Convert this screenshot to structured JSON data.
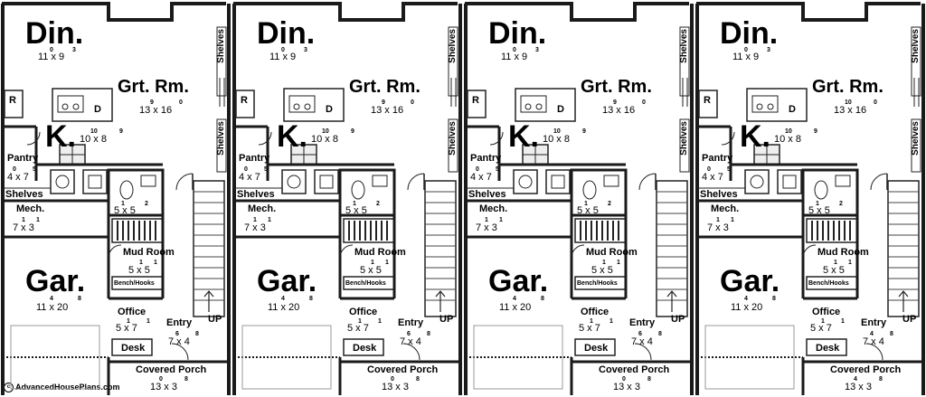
{
  "units": [
    {
      "din": "Din.",
      "din_dim": "11 x 9",
      "din_sup": [
        "0",
        "3"
      ],
      "grt": "Grt. Rm.",
      "grt_dim": "13 x 16",
      "grt_sup": [
        "9",
        "0"
      ],
      "k": "K.",
      "k_dim": "10 x 8",
      "k_sup": [
        "10",
        "9"
      ],
      "pantry": "Pantry",
      "pantry_dim": "4 x 7",
      "pantry_sup": [
        "0",
        "5"
      ],
      "shelves_a": "Shelves",
      "shelves_b": "Shelves",
      "shelves_c": "Shelves",
      "fridge": "R",
      "dw": "D",
      "mech": "Mech.",
      "mech_dim": "7 x 3",
      "mech_sup": [
        "1",
        "1"
      ],
      "bath_dim": "5 x 5",
      "bath_sup": [
        "1",
        "2"
      ],
      "mud": "Mud Room",
      "mud_dim": "5 x 5",
      "mud_sup": [
        "1",
        "1"
      ],
      "bench": "Bench/Hooks",
      "gar": "Gar.",
      "gar_dim": "11 x 20",
      "gar_sup": [
        "4",
        "8"
      ],
      "office": "Office",
      "office_dim": "5 x 7",
      "office_sup": [
        "1",
        "1"
      ],
      "desk": "Desk",
      "entry": "Entry",
      "entry_dim": "7 x 4",
      "entry_sup": [
        "6",
        "8"
      ],
      "up": "UP",
      "porch": "Covered Porch",
      "porch_dim": "13 x 3",
      "porch_sup": [
        "0",
        "8"
      ]
    },
    {
      "din": "Din.",
      "din_dim": "11 x 9",
      "din_sup": [
        "0",
        "3"
      ],
      "grt": "Grt. Rm.",
      "grt_dim": "13 x 16",
      "grt_sup": [
        "9",
        "0"
      ],
      "k": "K.",
      "k_dim": "10 x 8",
      "k_sup": [
        "10",
        "9"
      ],
      "pantry": "Pantry",
      "pantry_dim": "4 x 7",
      "pantry_sup": [
        "0",
        "5"
      ],
      "shelves_a": "Shelves",
      "shelves_b": "Shelves",
      "shelves_c": "Shelves",
      "fridge": "R",
      "dw": "D",
      "mech": "Mech.",
      "mech_dim": "7 x 3",
      "mech_sup": [
        "1",
        "1"
      ],
      "bath_dim": "5 x 5",
      "bath_sup": [
        "1",
        "2"
      ],
      "mud": "Mud Room",
      "mud_dim": "5 x 5",
      "mud_sup": [
        "1",
        "1"
      ],
      "bench": "Bench/Hooks",
      "gar": "Gar.",
      "gar_dim": "11 x 20",
      "gar_sup": [
        "4",
        "8"
      ],
      "office": "Office",
      "office_dim": "5 x 7",
      "office_sup": [
        "1",
        "1"
      ],
      "desk": "Desk",
      "entry": "Entry",
      "entry_dim": "7 x 4",
      "entry_sup": [
        "6",
        "8"
      ],
      "up": "UP",
      "porch": "Covered Porch",
      "porch_dim": "13 x 3",
      "porch_sup": [
        "0",
        "8"
      ]
    },
    {
      "din": "Din.",
      "din_dim": "11 x 9",
      "din_sup": [
        "0",
        "3"
      ],
      "grt": "Grt. Rm.",
      "grt_dim": "13 x 16",
      "grt_sup": [
        "9",
        "0"
      ],
      "k": "K.",
      "k_dim": "10 x 8",
      "k_sup": [
        "10",
        "9"
      ],
      "pantry": "Pantry",
      "pantry_dim": "4 x 7",
      "pantry_sup": [
        "0",
        "5"
      ],
      "shelves_a": "Shelves",
      "shelves_b": "Shelves",
      "shelves_c": "Shelves",
      "fridge": "R",
      "dw": "D",
      "mech": "Mech.",
      "mech_dim": "7 x 3",
      "mech_sup": [
        "1",
        "1"
      ],
      "bath_dim": "5 x 5",
      "bath_sup": [
        "1",
        "2"
      ],
      "mud": "Mud Room",
      "mud_dim": "5 x 5",
      "mud_sup": [
        "1",
        "1"
      ],
      "bench": "Bench/Hooks",
      "gar": "Gar.",
      "gar_dim": "11 x 20",
      "gar_sup": [
        "4",
        "8"
      ],
      "office": "Office",
      "office_dim": "5 x 7",
      "office_sup": [
        "1",
        "1"
      ],
      "desk": "Desk",
      "entry": "Entry",
      "entry_dim": "7 x 4",
      "entry_sup": [
        "6",
        "8"
      ],
      "up": "UP",
      "porch": "Covered Porch",
      "porch_dim": "13 x 3",
      "porch_sup": [
        "0",
        "8"
      ]
    },
    {
      "din": "Din.",
      "din_dim": "11 x 9",
      "din_sup": [
        "0",
        "3"
      ],
      "grt": "Grt. Rm.",
      "grt_dim": "13 x 16",
      "grt_sup": [
        "10",
        "0"
      ],
      "k": "K.",
      "k_dim": "10 x 8",
      "k_sup": [
        "10",
        "9"
      ],
      "pantry": "Pantry",
      "pantry_dim": "4 x 7",
      "pantry_sup": [
        "0",
        "5"
      ],
      "shelves_a": "Shelves",
      "shelves_b": "Shelves",
      "shelves_c": "Shelves",
      "fridge": "R",
      "dw": "D",
      "mech": "Mech.",
      "mech_dim": "7 x 3",
      "mech_sup": [
        "1",
        "1"
      ],
      "bath_dim": "5 x 5",
      "bath_sup": [
        "1",
        "2"
      ],
      "mud": "Mud Room",
      "mud_dim": "5 x 5",
      "mud_sup": [
        "1",
        "1"
      ],
      "bench": "Bench/Hooks",
      "gar": "Gar.",
      "gar_dim": "11 x 20",
      "gar_sup": [
        "4",
        "8"
      ],
      "office": "Office",
      "office_dim": "5 x 7",
      "office_sup": [
        "1",
        "1"
      ],
      "desk": "Desk",
      "entry": "Entry",
      "entry_dim": "7 x 4",
      "entry_sup": [
        "4",
        "8"
      ],
      "up": "UP",
      "porch": "Covered Porch",
      "porch_dim": "13 x 3",
      "porch_sup": [
        "4",
        "8"
      ]
    }
  ],
  "copyright": "AdvancedHousePlans.com",
  "copyright_symbol": "c"
}
